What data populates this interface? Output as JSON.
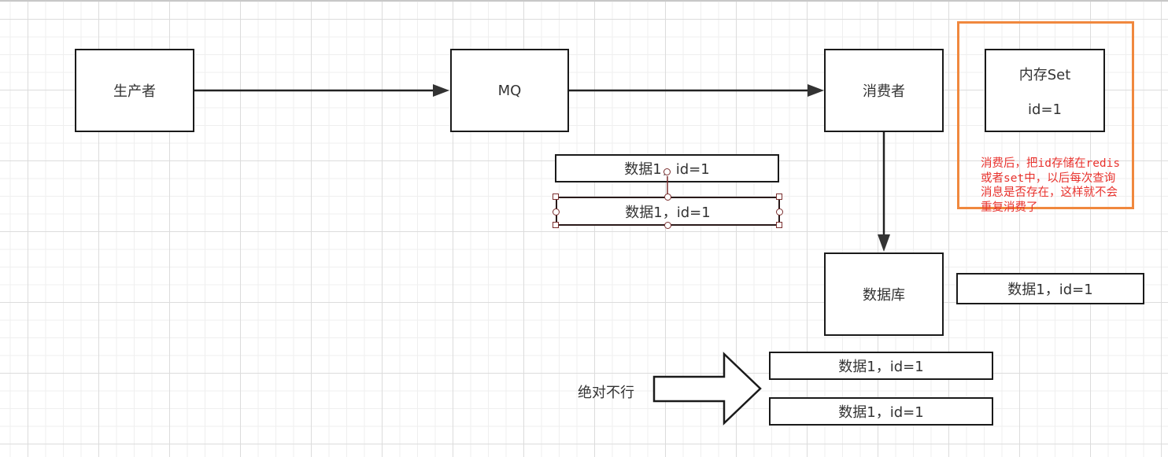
{
  "diagram": {
    "nodes": {
      "producer": {
        "label": "生产者"
      },
      "mq": {
        "label": "MQ"
      },
      "consumer": {
        "label": "消费者"
      },
      "database": {
        "label": "数据库"
      },
      "memory_set": {
        "title": "内存Set",
        "value": "id=1"
      }
    },
    "messages": {
      "mq_msg_1": "数据1，id=1",
      "mq_msg_2": "数据1，id=1",
      "db_record": "数据1，id=1",
      "dup_record_1": "数据1，id=1",
      "dup_record_2": "数据1，id=1"
    },
    "edges": [
      {
        "from": "producer",
        "to": "mq"
      },
      {
        "from": "mq",
        "to": "consumer"
      },
      {
        "from": "consumer",
        "to": "database"
      }
    ],
    "big_arrow_label": "绝对不行",
    "note": {
      "lines": [
        "消费后，把id存储在redis",
        "或者set中，以后每次查询",
        "消息是否存在，这样就不会",
        "重复消费了"
      ],
      "color": "#e8322d",
      "frame_color": "#f0883e"
    },
    "selection_color": "#7a2e2e"
  }
}
